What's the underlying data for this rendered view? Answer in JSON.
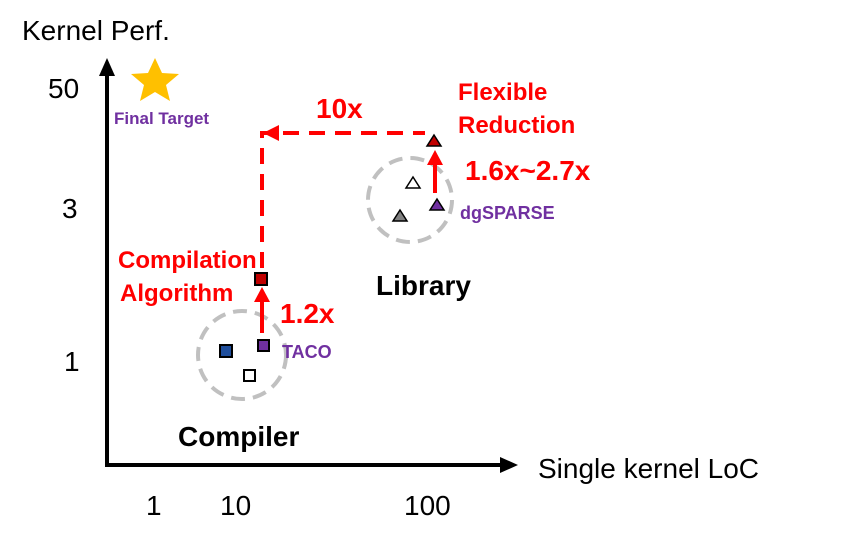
{
  "axes": {
    "y_title": "Kernel Perf.",
    "x_title": "Single kernel LoC",
    "y_ticks": [
      "50",
      "3",
      "1"
    ],
    "x_ticks": [
      "1",
      "10",
      "100"
    ]
  },
  "labels": {
    "final_target": "Final Target",
    "taco": "TACO",
    "dgsparse": "dgSPARSE",
    "compiler": "Compiler",
    "library": "Library",
    "compilation_algorithm_line1": "Compilation",
    "compilation_algorithm_line2": "Algorithm",
    "flexible_reduction_line1": "Flexible",
    "flexible_reduction_line2": "Reduction",
    "speedup_taco": "1.2x",
    "speedup_dgsparse": "1.6x~2.7x",
    "speedup_total": "10x"
  },
  "colors": {
    "red": "#ff0000",
    "purple": "#7030a0",
    "star": "#ffc000",
    "circle_gray": "#c0c0c0",
    "axis": "#000000",
    "blue_marker": "#1f4e9c",
    "dark_red_marker": "#c00000",
    "gray_marker": "#808080"
  },
  "icons": {
    "final_target": "star-icon"
  }
}
